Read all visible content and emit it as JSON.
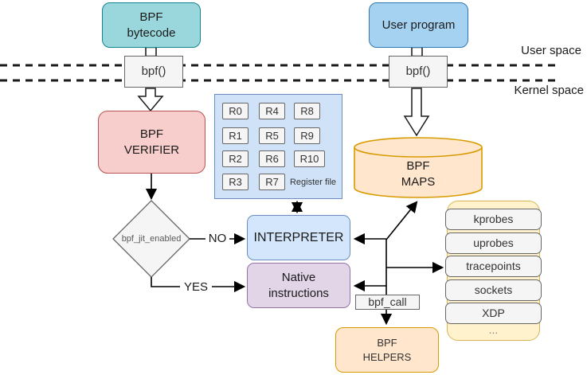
{
  "palette": {
    "teal_fill": "#9ad7dd",
    "teal_stroke": "#11848f",
    "blue_fill": "#a6d2f2",
    "blue_stroke": "#2f77b3",
    "pink_fill": "#f8cecc",
    "pink_stroke": "#b85450",
    "lightblue_fill": "#d4e6fb",
    "lightblue_stroke": "#6c8ebf",
    "purple_fill": "#e1d5e7",
    "purple_stroke": "#9673a6",
    "orange_fill": "#ffe6cc",
    "orange_stroke": "#d79b00",
    "yellow_fill": "#fff2cc",
    "yellow_stroke": "#d6b656",
    "gray_fill": "#f5f5f5",
    "gray_stroke": "#666666"
  },
  "regions": {
    "user_space_label": "User space",
    "kernel_space_label": "Kernel space"
  },
  "nodes": {
    "bpf_bytecode": "BPF\nbytecode",
    "user_program": "User program",
    "bpf_syscall": "bpf()",
    "verifier": "BPF\nVERIFIER",
    "register_file_label": "Register file",
    "registers": [
      "R0",
      "R4",
      "R8",
      "R1",
      "R5",
      "R9",
      "R2",
      "R6",
      "R10",
      "R3",
      "R7"
    ],
    "jit_condition": "bpf_jit_enabled",
    "interpreter": "INTERPRETER",
    "native_instructions": "Native\ninstructions",
    "bpf_maps": "BPF\nMAPS",
    "bpf_helpers": "BPF\nHELPERS",
    "bpf_call": "bpf_call",
    "hooks": [
      "kprobes",
      "uprobes",
      "tracepoints",
      "sockets",
      "XDP",
      "..."
    ]
  },
  "edges": {
    "no_label": "NO",
    "yes_label": "YES"
  }
}
